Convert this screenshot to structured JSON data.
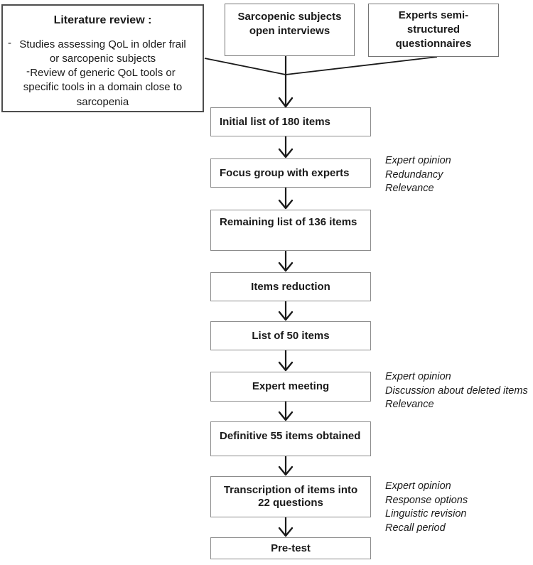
{
  "literature": {
    "title": "Literature review :",
    "item1_dash": "-",
    "item1_line1": "Studies assessing QoL in older frail",
    "item1_line2": "or sarcopenic subjects",
    "item2_dash": "-",
    "item2_line1": "Review of generic QoL tools or",
    "item2_line2": "specific tools in a domain close to",
    "item2_line3": "sarcopenia"
  },
  "sources": {
    "subjects_line1": "Sarcopenic subjects",
    "subjects_line2": "open interviews",
    "experts_line1": "Experts semi-",
    "experts_line2": "structured",
    "experts_line3": "questionnaires"
  },
  "flow": {
    "initial_list": "Initial list of 180 items",
    "focus_group": "Focus group with experts",
    "remaining_list": "Remaining list of 136 items",
    "items_reduction": "Items reduction",
    "list_50": "List of 50 items",
    "expert_meeting": "Expert meeting",
    "definitive_items": "Definitive 55 items obtained",
    "transcription_line1": "Transcription of items into",
    "transcription_line2": "22 questions",
    "pretest": "Pre-test"
  },
  "notes": {
    "focus_group": [
      "Expert opinion",
      "Redundancy",
      "Relevance"
    ],
    "expert_meeting": [
      "Expert opinion",
      "Discussion about deleted items",
      "Relevance"
    ],
    "transcription": [
      "Expert opinion",
      "Response options",
      "Linguistic revision",
      "Recall period"
    ]
  },
  "colors": {
    "background": "#ffffff",
    "text": "#1a1a1a",
    "line": "#1a1a1a",
    "border_literature": "#4d4d4d",
    "border_sources": "#757575",
    "border_flow": "#8c8c8c"
  }
}
